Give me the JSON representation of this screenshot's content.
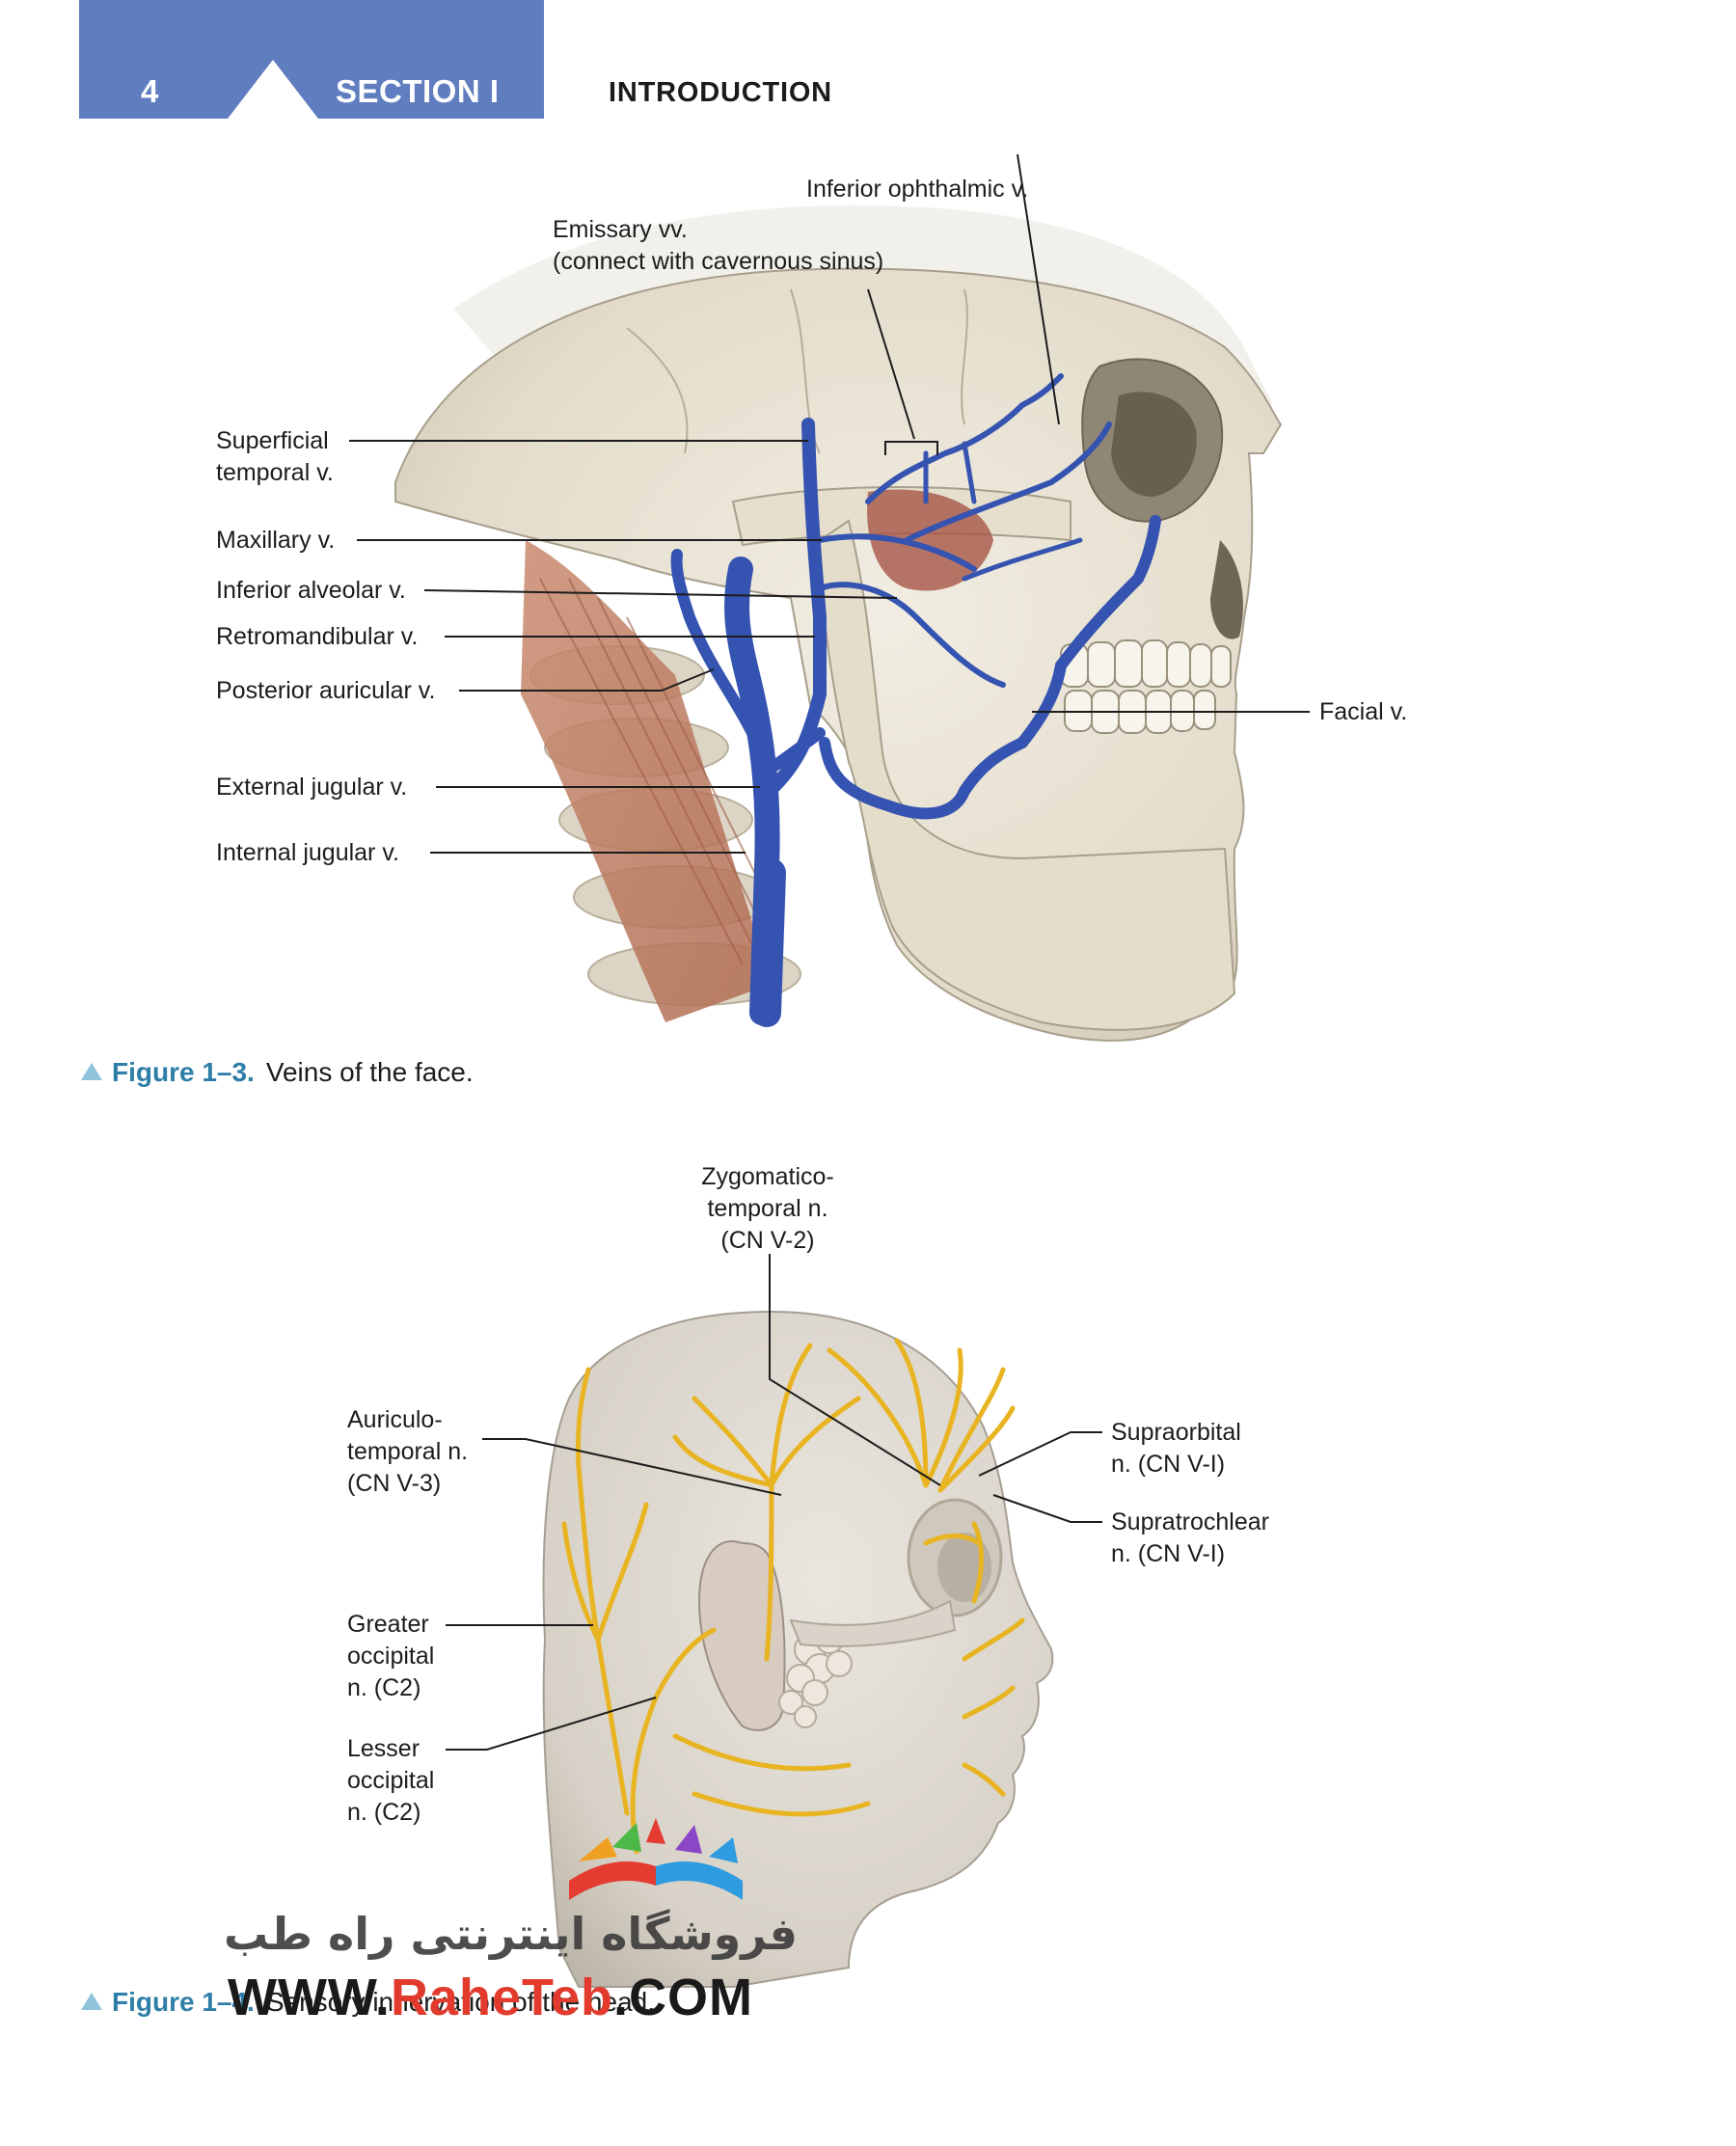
{
  "header": {
    "page_number": "4",
    "section": "SECTION I",
    "title": "INTRODUCTION"
  },
  "figure_1_3": {
    "labels": {
      "inferior_ophthalmic": "Inferior ophthalmic v.",
      "emissary_1": "Emissary vv.",
      "emissary_2": "(connect with cavernous sinus)",
      "superficial_temporal_1": "Superficial",
      "superficial_temporal_2": "temporal v.",
      "maxillary": "Maxillary v.",
      "inferior_alveolar": "Inferior alveolar v.",
      "retromandibular": "Retromandibular  v.",
      "posterior_auricular": "Posterior auricular  v.",
      "external_jugular": "External jugular  v.",
      "internal_jugular": "Internal jugular  v.",
      "facial": "Facial v."
    },
    "caption_number": "Figure 1–3.",
    "caption_text": "Veins of the face."
  },
  "figure_1_4": {
    "labels": {
      "zygomatico_1": "Zygomatico-",
      "zygomatico_2": "temporal n.",
      "zygomatico_3": "(CN V-2)",
      "auriculo_1": "Auriculo-",
      "auriculo_2": "temporal n.",
      "auriculo_3": "(CN V-3)",
      "supraorbital_1": "Supraorbital",
      "supraorbital_2": "n. (CN V-I)",
      "supratrochlear_1": "Supratrochlear",
      "supratrochlear_2": "n. (CN V-I)",
      "greater_occipital_1": "Greater",
      "greater_occipital_2": "occipital",
      "greater_occipital_3": "n. (C2)",
      "lesser_occipital_1": "Lesser",
      "lesser_occipital_2": "occipital",
      "lesser_occipital_3": "n. (C2)"
    },
    "caption_number": "Figure 1–4.",
    "caption_text": "Sensory innervation of the head."
  },
  "watermark": {
    "persian": "فروشگاه اینترنتی راه طب",
    "url_prefix": "WWW.",
    "url_brand": "RaheTeb",
    "url_suffix": ".COM"
  },
  "colors": {
    "header_blue": "#5f7dbf",
    "vein_blue": "#3553b0",
    "nerve_yellow": "#e8b422",
    "caption_blue": "#2f7ea8"
  }
}
